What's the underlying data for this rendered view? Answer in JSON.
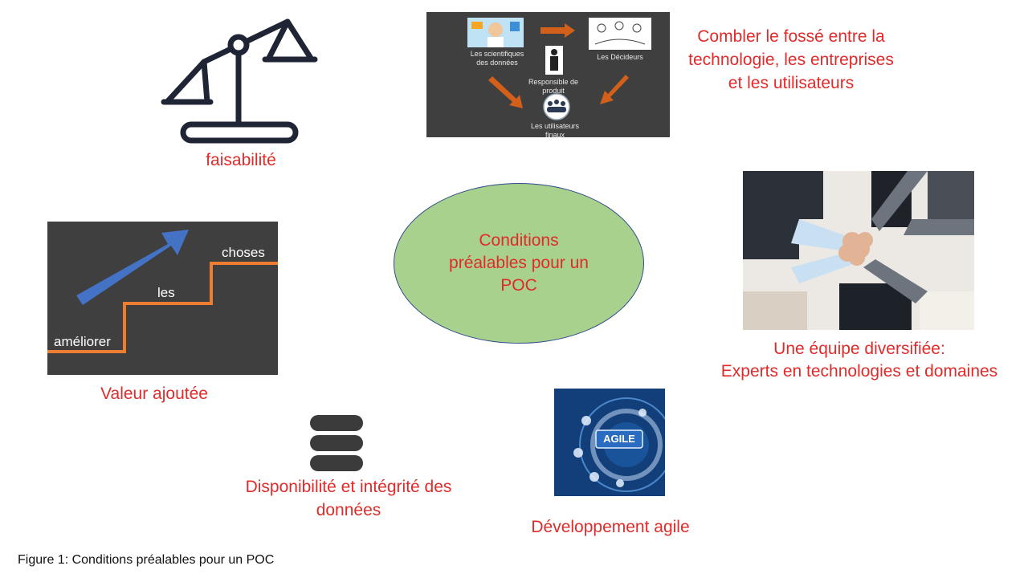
{
  "nodes": {
    "center": "Conditions préalables pour un POC",
    "feasibility": "faisabilité",
    "bridge": "Combler le fossé entre la technologie, les entreprises et les utilisateurs",
    "team_line1": "Une équipe diversifiée:",
    "team_line2": "Experts en technologies et domaines",
    "value": "Valeur ajoutée",
    "data": "Disponibilité et intégrité des données",
    "agile": "Développement agile"
  },
  "bridge_image": {
    "scientists": "Les scientifiques des données",
    "deciders": "Les Décideurs",
    "product": "Responsible de produit",
    "users": "Les utilisateurs finaux"
  },
  "stairs_image": {
    "step1": "améliorer",
    "step2": "les",
    "step3": "choses"
  },
  "agile_image": {
    "label": "AGILE"
  },
  "caption": "Figure 1: Conditions préalables pour un POC",
  "colors": {
    "label_red": "#e02b2b",
    "ellipse_fill": "#a9d18e",
    "ellipse_border": "#2f4b8c",
    "dark_panel": "#3f3f3f",
    "arrow_orange": "#d2601a",
    "arrow_blue": "#4472c4"
  }
}
